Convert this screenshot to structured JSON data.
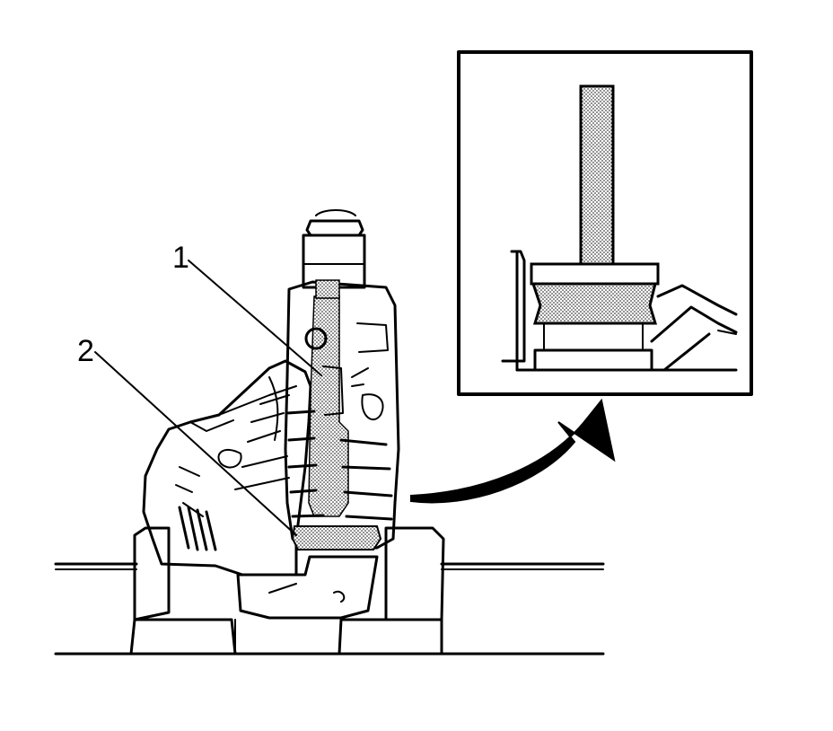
{
  "callouts": [
    {
      "id": "1",
      "label": "1"
    },
    {
      "id": "2",
      "label": "2"
    }
  ],
  "colors": {
    "ink": "#000000",
    "paper": "#ffffff",
    "stipple": "#9a9a9a"
  },
  "icons": {
    "detail_arrow": "curved-arrow-icon"
  }
}
